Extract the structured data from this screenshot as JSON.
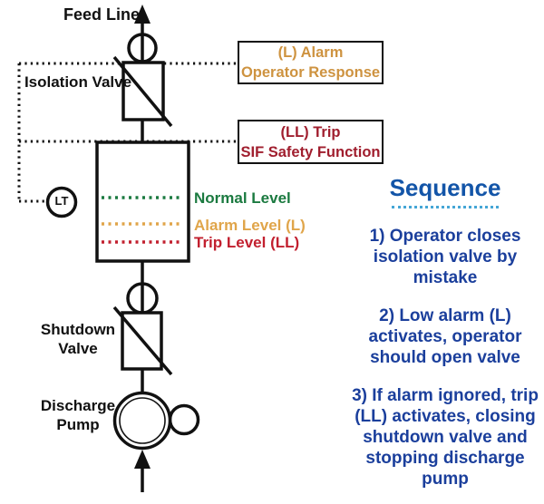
{
  "diagram": {
    "feed_line_label": "Feed Line",
    "isolation_valve_label": "Isolation Valve",
    "shutdown_valve_label": "Shutdown Valve",
    "discharge_pump_label": "Discharge Pump",
    "level_transmitter_label": "LT",
    "line_color": "#111111",
    "levels": [
      {
        "label": "Normal Level",
        "color": "#1B7A40"
      },
      {
        "label": "Alarm Level (L)",
        "color": "#E0A54A"
      },
      {
        "label": "Trip Level (LL)",
        "color": "#C2202F"
      }
    ],
    "callouts": {
      "alarm": {
        "line1": "(L) Alarm",
        "line2": "Operator Response",
        "color": "#CE9340"
      },
      "trip": {
        "line1": "(LL) Trip",
        "line2": "SIF Safety Function",
        "color": "#A01E2E"
      }
    }
  },
  "sequence": {
    "title": "Sequence",
    "title_color": "#1355A8",
    "underline_color": "#45A6D6",
    "step_color": "#1B3F9C",
    "steps": [
      "1) Operator closes isolation valve by mistake",
      "2) Low alarm (L) activates, operator should open valve",
      "3) If alarm ignored, trip (LL) activates, closing shutdown valve and stopping discharge pump"
    ]
  }
}
